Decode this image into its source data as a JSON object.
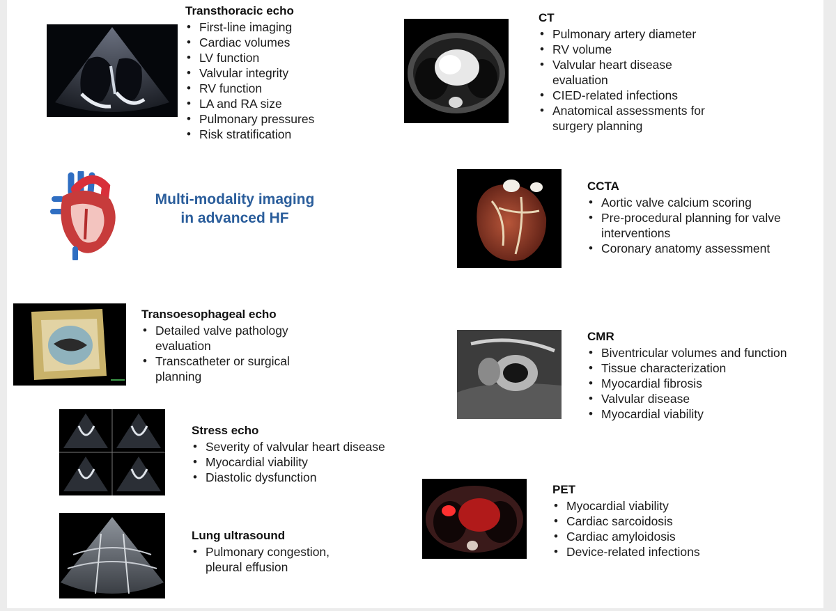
{
  "center": {
    "title_line1": "Multi-modality imaging",
    "title_line2": "in advanced HF",
    "icon": "heart-anatomy-icon"
  },
  "modalities": [
    {
      "id": "tte",
      "title": "Transthoracic echo",
      "items": [
        "First-line imaging",
        "Cardiac volumes",
        "LV function",
        "Valvular integrity",
        "RV function",
        "LA and RA size",
        "Pulmonary pressures",
        "Risk stratification"
      ]
    },
    {
      "id": "ct",
      "title": "CT",
      "items": [
        "Pulmonary artery diameter",
        "RV volume",
        "Valvular heart disease evaluation",
        "CIED-related infections",
        "Anatomical assessments for surgery planning"
      ]
    },
    {
      "id": "ccta",
      "title": "CCTA",
      "items": [
        "Aortic valve calcium scoring",
        "Pre-procedural planning for valve interventions",
        "Coronary anatomy assessment"
      ]
    },
    {
      "id": "tee",
      "title": "Transoesophageal echo",
      "items": [
        "Detailed valve pathology evaluation",
        "Transcatheter or surgical planning"
      ]
    },
    {
      "id": "cmr",
      "title": "CMR",
      "items": [
        "Biventricular volumes and function",
        "Tissue characterization",
        "Myocardial fibrosis",
        "Valvular disease",
        "Myocardial viability"
      ]
    },
    {
      "id": "stress",
      "title": "Stress echo",
      "items": [
        "Severity of valvular heart disease",
        "Myocardial viability",
        "Diastolic dysfunction"
      ]
    },
    {
      "id": "pet",
      "title": "PET",
      "items": [
        "Myocardial viability",
        "Cardiac sarcoidosis",
        "Cardiac amyloidosis",
        "Device-related infections"
      ]
    },
    {
      "id": "lus",
      "title": "Lung ultrasound",
      "items": [
        "Pulmonary congestion, pleural effusion"
      ]
    }
  ],
  "colors": {
    "title_blue": "#2a5d9b",
    "background": "#ececec",
    "panel": "#ffffff"
  }
}
